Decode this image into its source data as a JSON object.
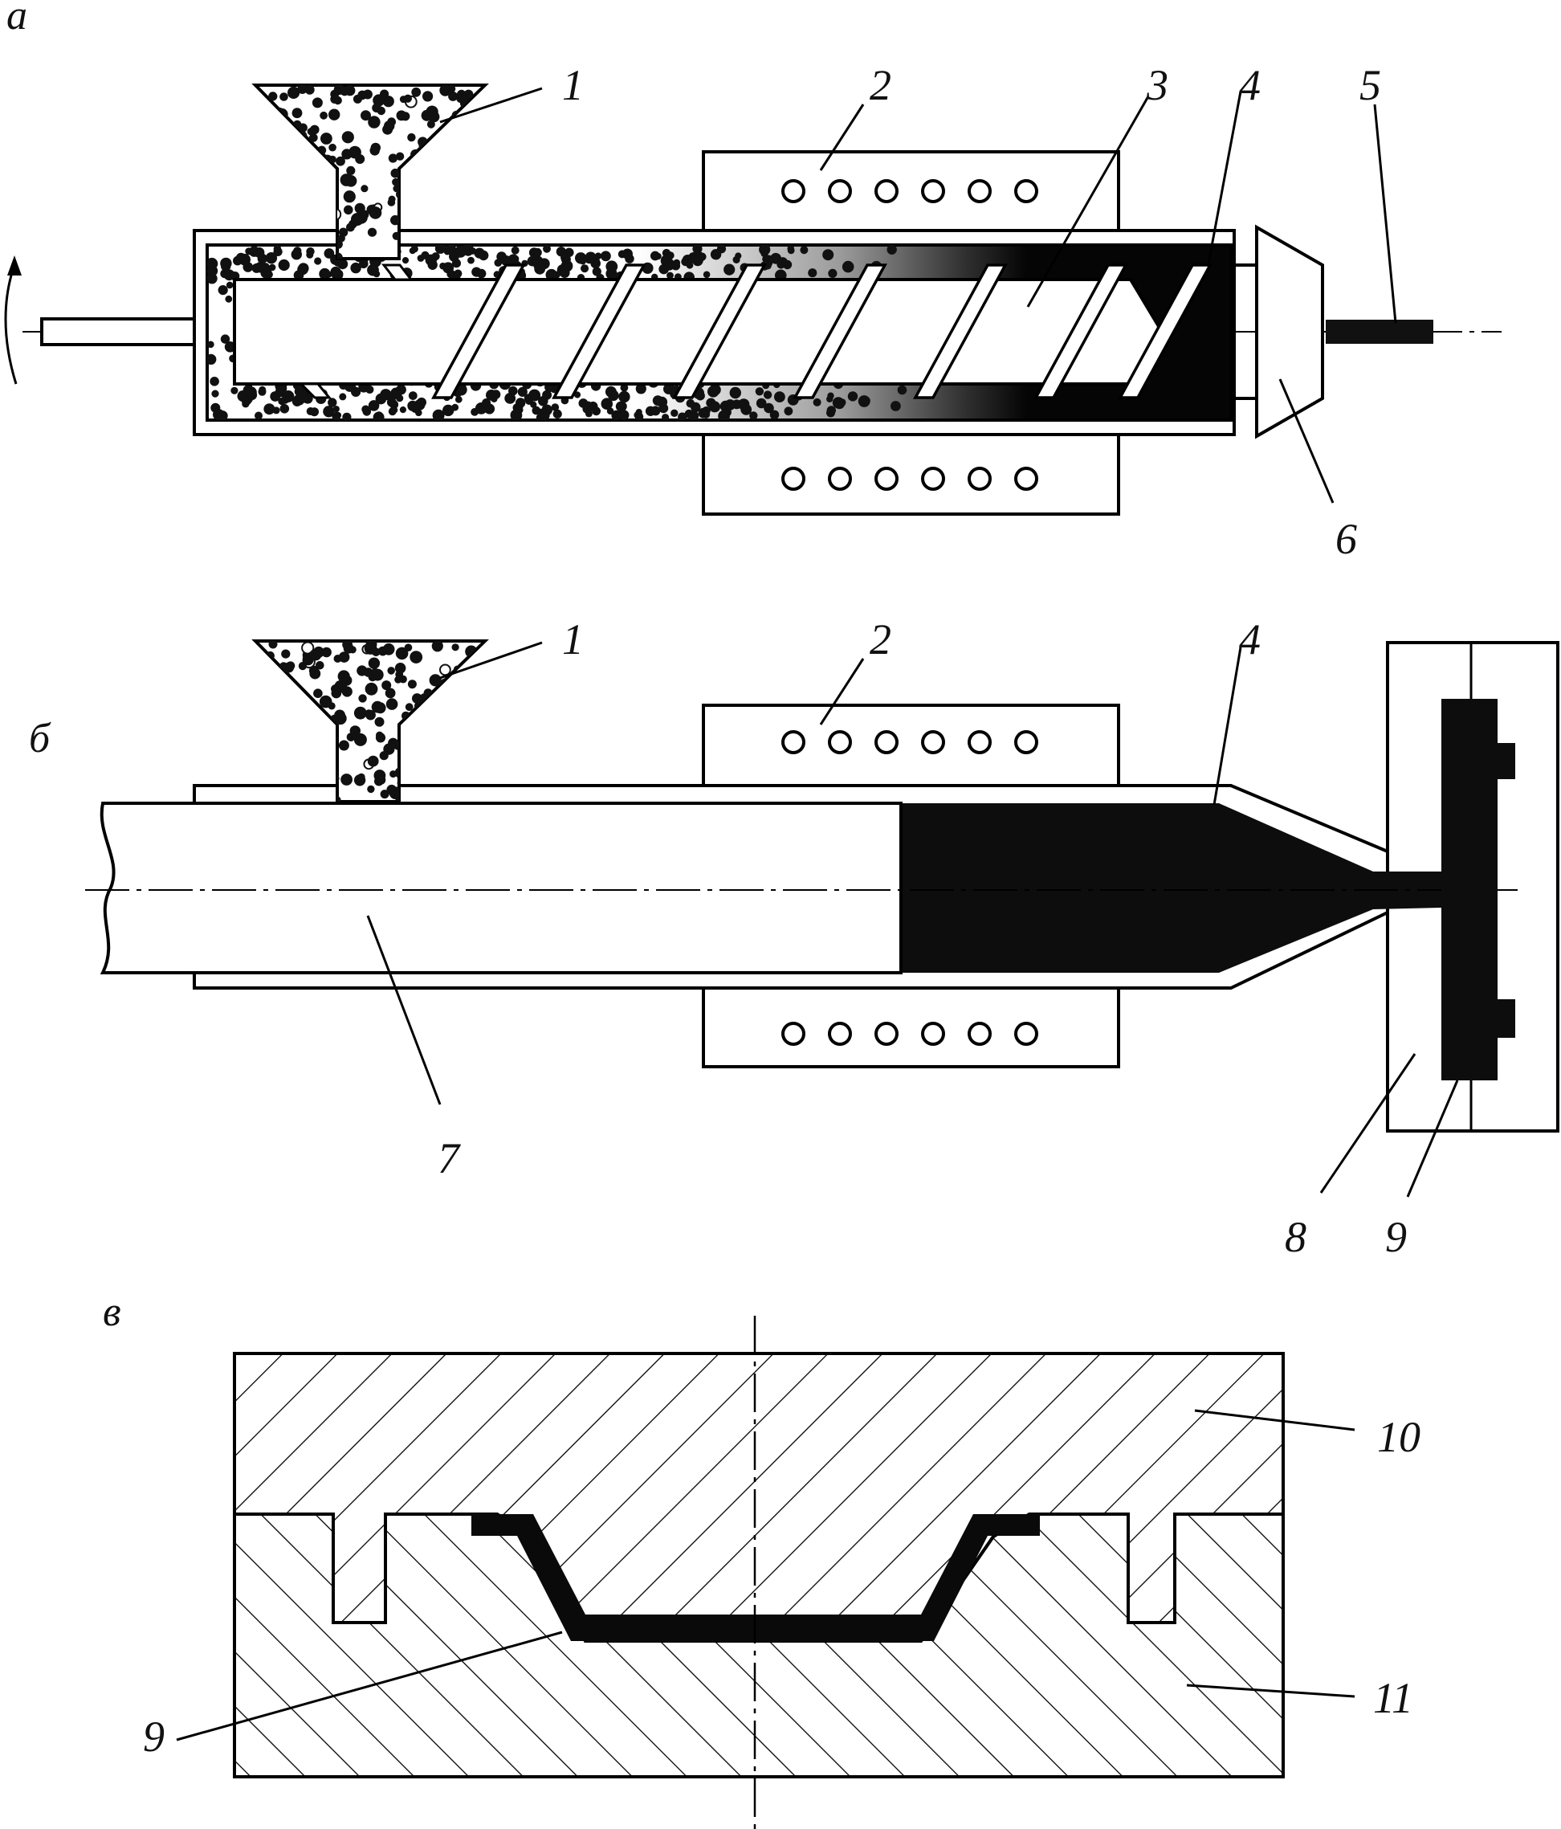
{
  "panels": {
    "a": {
      "label": "а"
    },
    "b": {
      "label": "б"
    },
    "c": {
      "label": "в"
    }
  },
  "callouts": {
    "a": [
      "1",
      "2",
      "3",
      "4",
      "5",
      "6"
    ],
    "b": [
      "1",
      "2",
      "4",
      "7",
      "8",
      "9"
    ],
    "c": [
      "10",
      "11",
      "9"
    ]
  },
  "colors": {
    "ink": "#000000",
    "melt": "#0a0a0a",
    "background": "#ffffff"
  }
}
